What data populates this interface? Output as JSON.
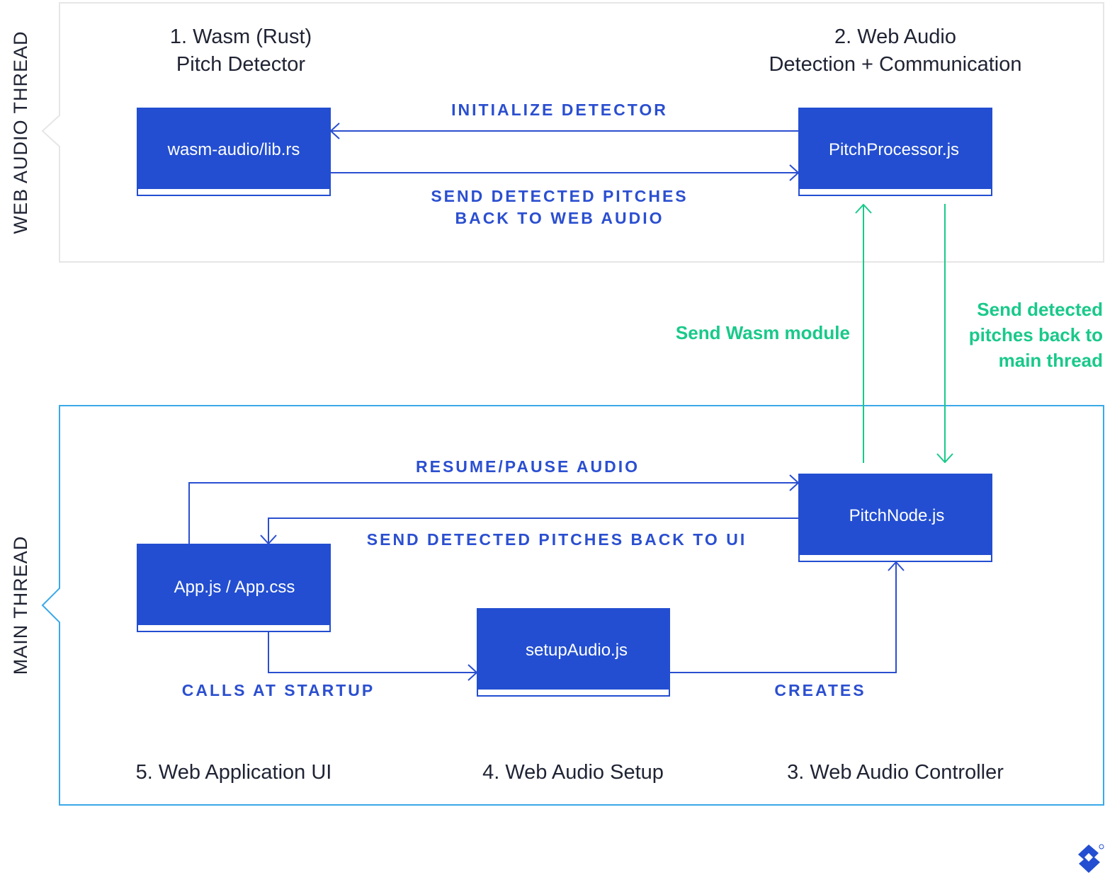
{
  "colors": {
    "box_fill": "#234ed1",
    "box_text": "#ffffff",
    "edge_label": "#2b4fd0",
    "edge_line": "#2b4fd0",
    "green": "#19c98a",
    "web_audio_panel_border": "#e6e6e6",
    "main_panel_border": "#3aa9e8",
    "heading_text": "#1f2333"
  },
  "panels": {
    "web_audio_thread": {
      "label": "WEB AUDIO THREAD"
    },
    "main_thread": {
      "label": "MAIN THREAD"
    }
  },
  "headings": {
    "wasm_line1": "1. Wasm (Rust)",
    "wasm_line2": "Pitch Detector",
    "webaudio_line1": "2. Web Audio",
    "webaudio_line2": "Detection + Communication",
    "ui": "5. Web Application UI",
    "setup": "4. Web Audio Setup",
    "controller": "3. Web Audio Controller"
  },
  "boxes": {
    "wasm_lib": "wasm-audio/lib.rs",
    "pitch_processor": "PitchProcessor.js",
    "pitch_node": "PitchNode.js",
    "app": "App.js / App.css",
    "setup_audio": "setupAudio.js"
  },
  "edges": {
    "initialize_detector": "INITIALIZE DETECTOR",
    "send_pitches_line1": "SEND DETECTED PITCHES",
    "send_pitches_line2": "BACK TO WEB AUDIO",
    "resume_pause": "RESUME/PAUSE AUDIO",
    "send_pitches_ui": "SEND DETECTED PITCHES BACK TO UI",
    "calls_at_startup": "CALLS AT STARTUP",
    "creates": "CREATES",
    "send_wasm_module": "Send Wasm module",
    "send_main_line1": "Send detected",
    "send_main_line2": "pitches back to",
    "send_main_line3": "main thread"
  },
  "logo": {
    "name": "toptal-logo-icon"
  }
}
